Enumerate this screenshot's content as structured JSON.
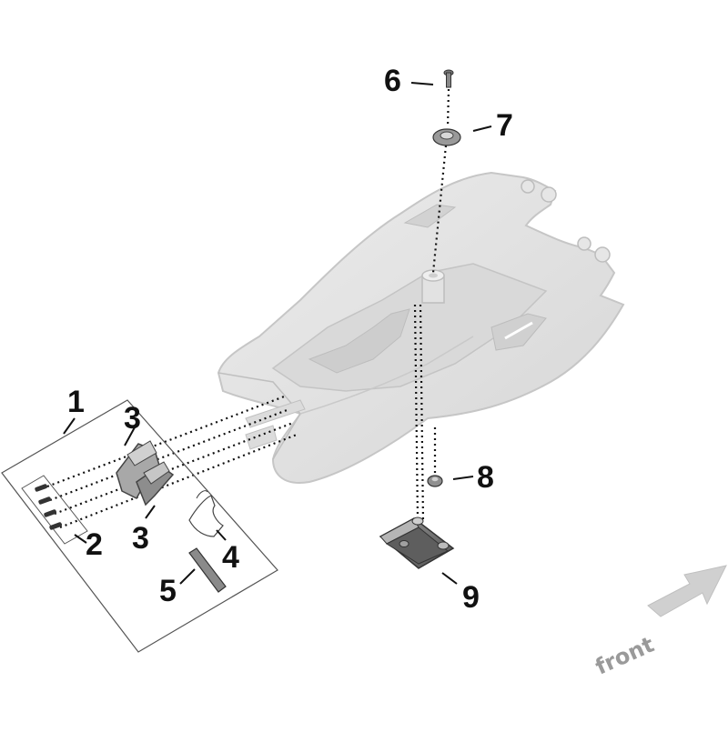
{
  "callouts": {
    "c1": "1",
    "c2": "2",
    "c3a": "3",
    "c3b": "3",
    "c4": "4",
    "c5": "5",
    "c6": "6",
    "c7": "7",
    "c8": "8",
    "c9": "9"
  },
  "direction_label": "front",
  "colors": {
    "line": "#111111",
    "fender_fill": "#e4e4e4",
    "fender_stroke": "#c8c8c8",
    "part_dark": "#6a6a6a",
    "arrow": "#d0d0d0"
  }
}
